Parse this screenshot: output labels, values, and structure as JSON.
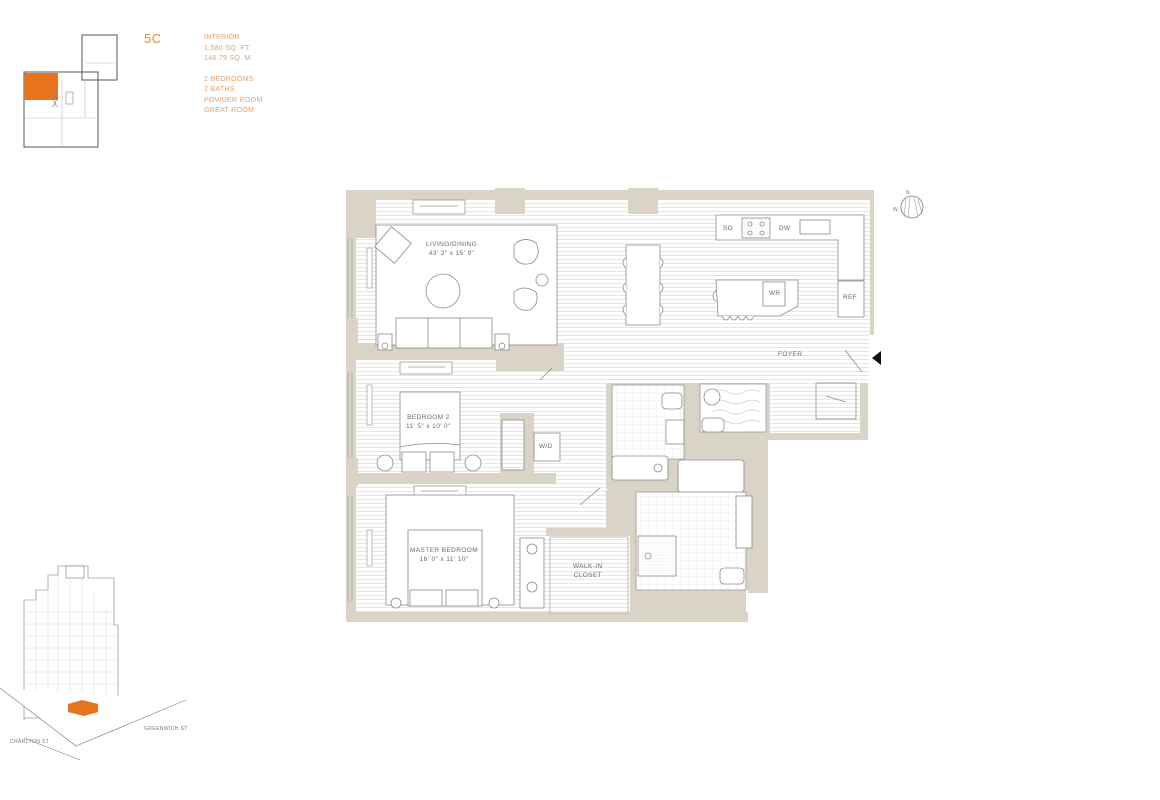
{
  "unit": {
    "name": "5C",
    "accent_color": "#e8731f",
    "text_color": "#e5a06a"
  },
  "specs": {
    "area_heading": "INTERIOR",
    "area_sqft": "1,580 SQ. FT.",
    "area_sqm": "146.79 SQ. M.",
    "features": [
      "2 BEDROOMS",
      "2 BATHS",
      "POWDER ROOM",
      "GREAT ROOM"
    ]
  },
  "floor_plan": {
    "wall_color": "#d9d4c5",
    "rooms": [
      {
        "name": "LIVING/DINING",
        "dimensions": "43' 2\" x 15' 9\""
      },
      {
        "name": "BEDROOM 2",
        "dimensions": "11' 5\" x 10' 0\""
      },
      {
        "name": "MASTER BEDROOM",
        "dimensions": "16' 0\" x 11' 10\""
      },
      {
        "name": "WALK-IN",
        "dimensions": "CLOSET"
      },
      {
        "name": "FOYER",
        "dimensions": ""
      }
    ],
    "fixtures": {
      "stove": "SO",
      "dishwasher": "DW",
      "wine_refrigerator": "WR",
      "refrigerator": "REF",
      "washer_dryer": "W/D"
    }
  },
  "compass": {
    "north": "N",
    "west": "W"
  },
  "key_map": {
    "streets": [
      "CHARLTON ST",
      "GREENWICH ST"
    ]
  }
}
